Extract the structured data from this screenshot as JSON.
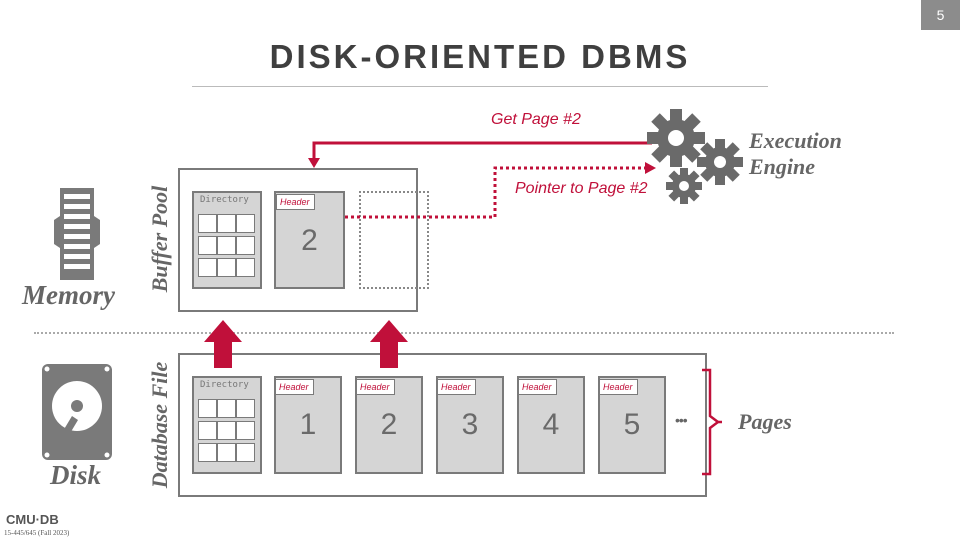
{
  "slide_number": "5",
  "title": "DISK-ORIENTED DBMS",
  "labels": {
    "memory": "Memory",
    "disk": "Disk",
    "buffer_pool": "Buffer Pool",
    "database_file": "Database File",
    "execution_engine_line1": "Execution",
    "execution_engine_line2": "Engine",
    "pages": "Pages",
    "get_page": "Get Page #2",
    "pointer_to_page": "Pointer to Page #2",
    "ellipsis": "•••"
  },
  "buffer_pool": {
    "directory_label": "Directory",
    "page_header": "Header",
    "page_number": "2"
  },
  "database_file": {
    "directory_label": "Directory",
    "pages": [
      {
        "header": "Header",
        "number": "1"
      },
      {
        "header": "Header",
        "number": "2"
      },
      {
        "header": "Header",
        "number": "3"
      },
      {
        "header": "Header",
        "number": "4"
      },
      {
        "header": "Header",
        "number": "5"
      }
    ]
  },
  "footer": {
    "logo": "CMU·DB",
    "course": "15-445/645 (Fall 2023)"
  },
  "colors": {
    "accent_red": "#c0103a",
    "gray_dark": "#7a7a7a",
    "gray_fill": "#d5d5d5"
  },
  "icons": [
    "gear-icon",
    "ram-chip-icon",
    "hard-disk-icon",
    "up-arrow-icon"
  ]
}
